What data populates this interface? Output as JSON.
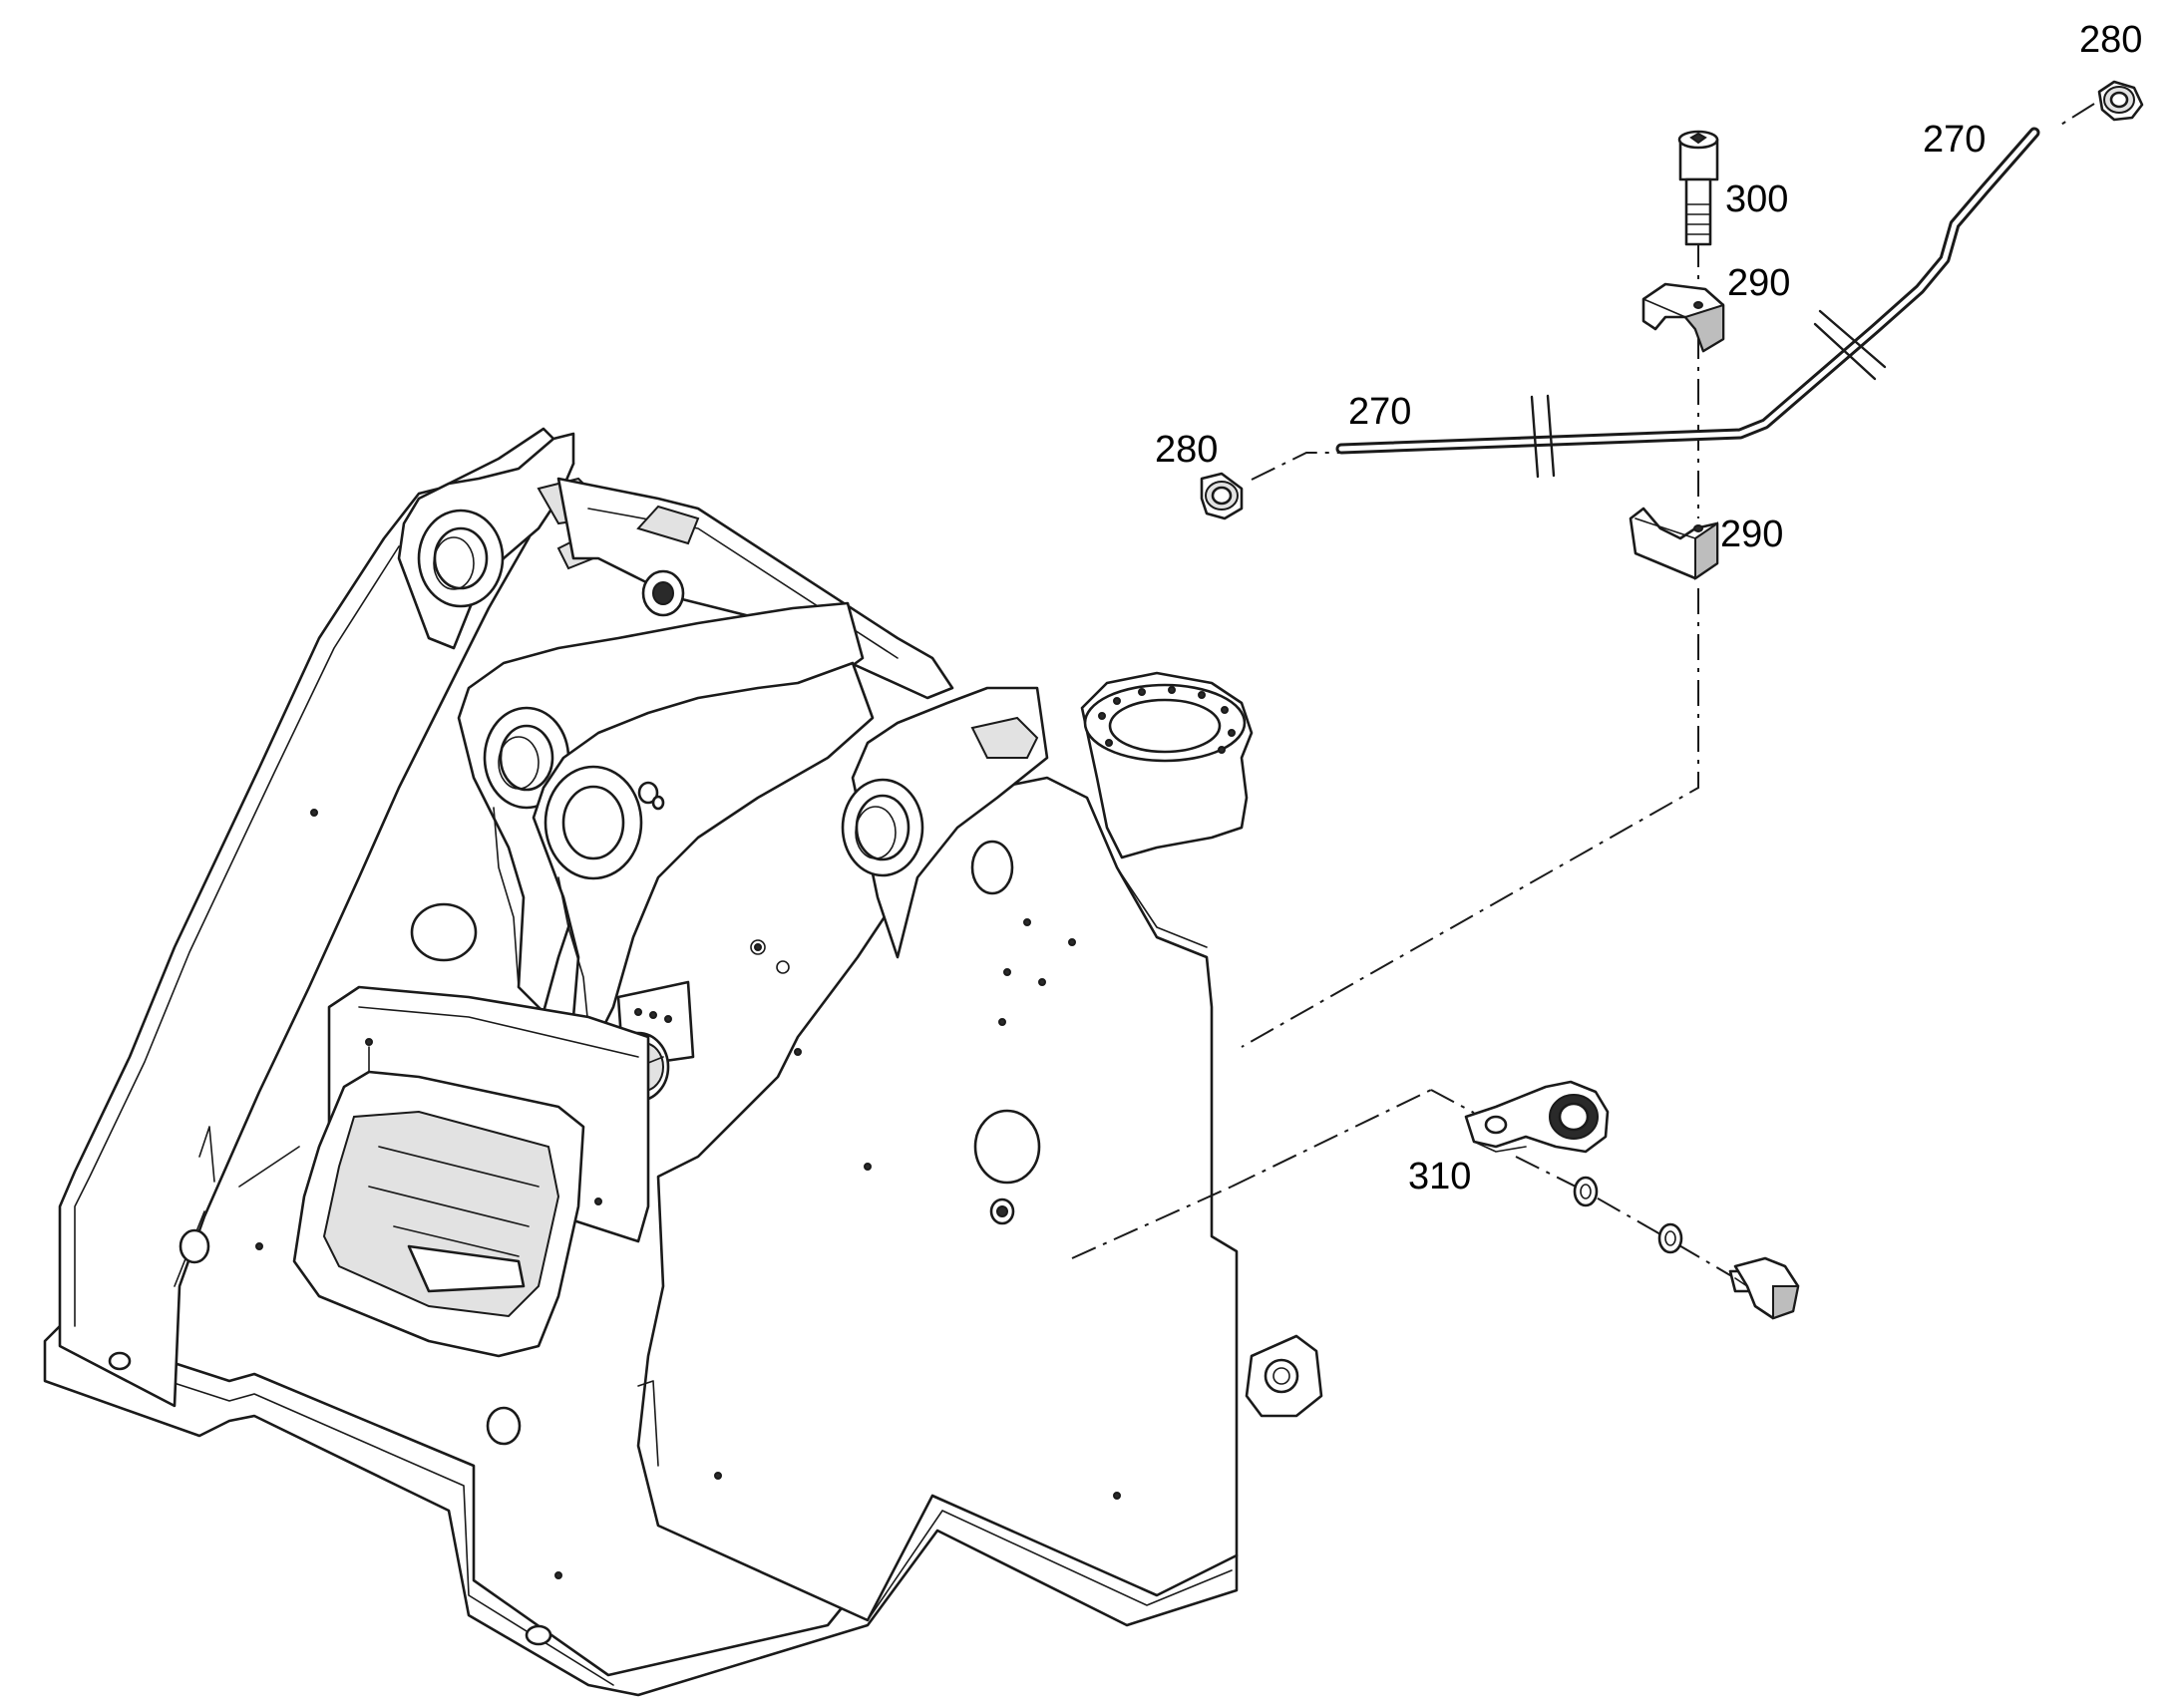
{
  "callouts": {
    "label_280_top": "280",
    "label_270_top": "270",
    "label_300": "300",
    "label_290_top": "290",
    "label_280_left": "280",
    "label_270_left": "270",
    "label_290_bottom": "290",
    "label_310": "310"
  },
  "colors": {
    "line": "#1a1a1a",
    "background": "#ffffff"
  }
}
